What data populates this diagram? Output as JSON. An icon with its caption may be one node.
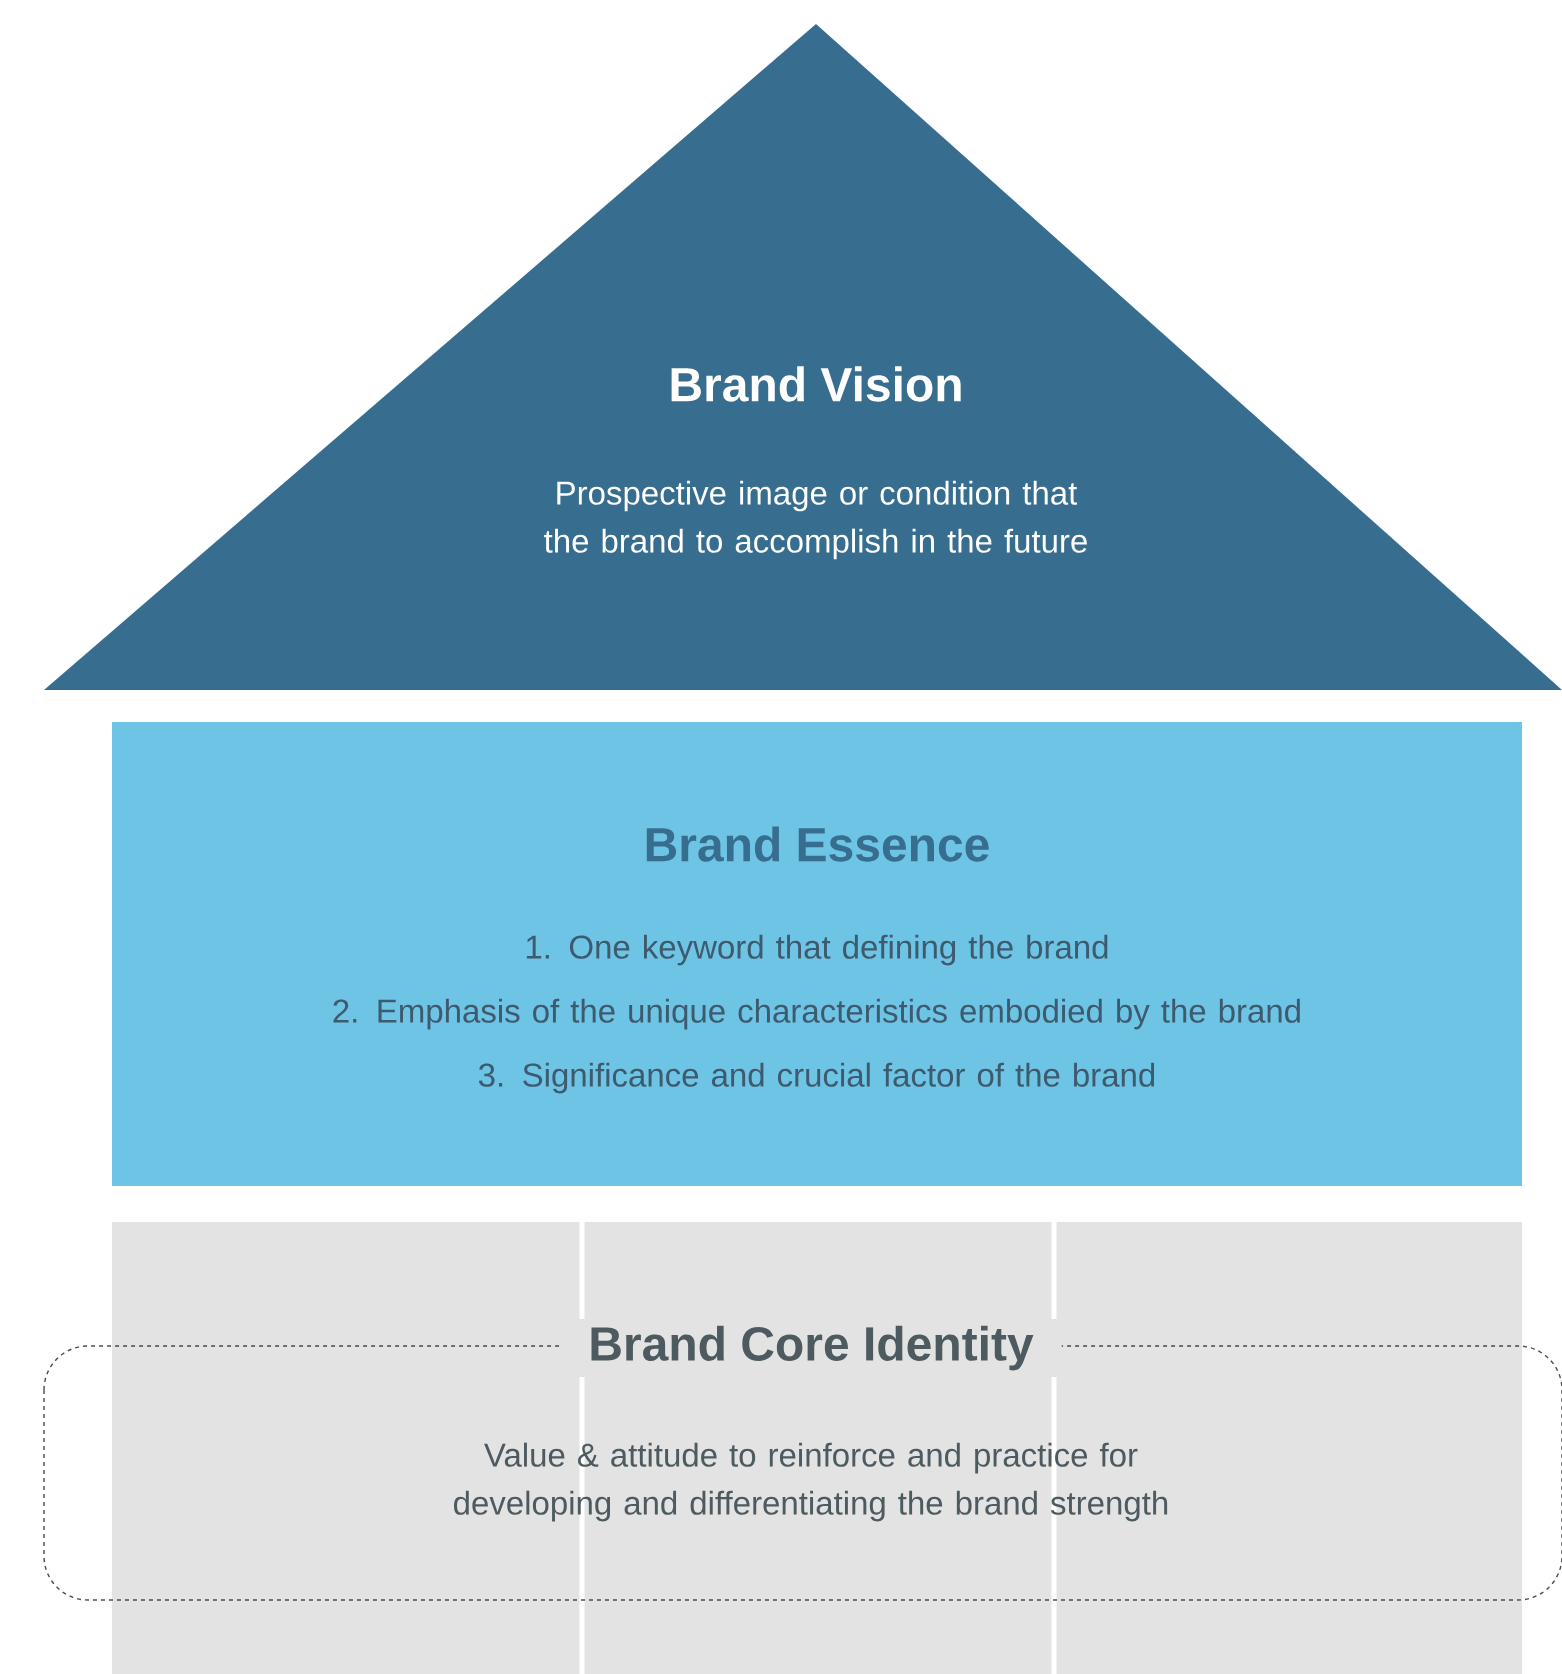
{
  "diagram": {
    "nodes": [
      {
        "text": [
          "Brand Vision",
          "Prospective image or condition that the brand to accomplish in the future"
        ]
      },
      {
        "text": [
          "Brand Essence",
          "1. One keyword that defining the brand",
          "2. Emphasis of the unique characteristics embodied by the brand",
          "3. Significance and crucial factor of the brand"
        ]
      },
      {
        "text": [
          "Brand Core Identity",
          "Value & attitude to reinforce and practice for developing and differentiating the brand strength"
        ]
      }
    ]
  }
}
